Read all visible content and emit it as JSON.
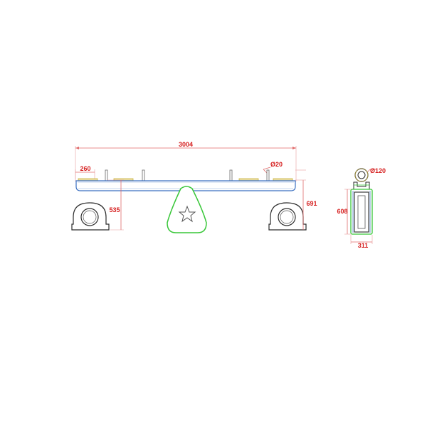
{
  "colors": {
    "background": "#ffffff",
    "dimension": "#d62020",
    "dimension_line": "#e06a6a",
    "beam_outline": "#3a6fc0",
    "fulcrum_outline": "#39c739",
    "seat_pad": "#c9b23a",
    "spring_outline": "#2b2b2b"
  },
  "front_view": {
    "dim_total_length": "3004",
    "dim_seat": "260",
    "dim_handle": "Ø20",
    "dim_seat_height": "535",
    "dim_total_height": "691"
  },
  "side_view": {
    "dim_ring": "Ø120",
    "dim_height": "608",
    "dim_width": "311"
  },
  "icons": {
    "fulcrum_decoration": "star-icon"
  }
}
